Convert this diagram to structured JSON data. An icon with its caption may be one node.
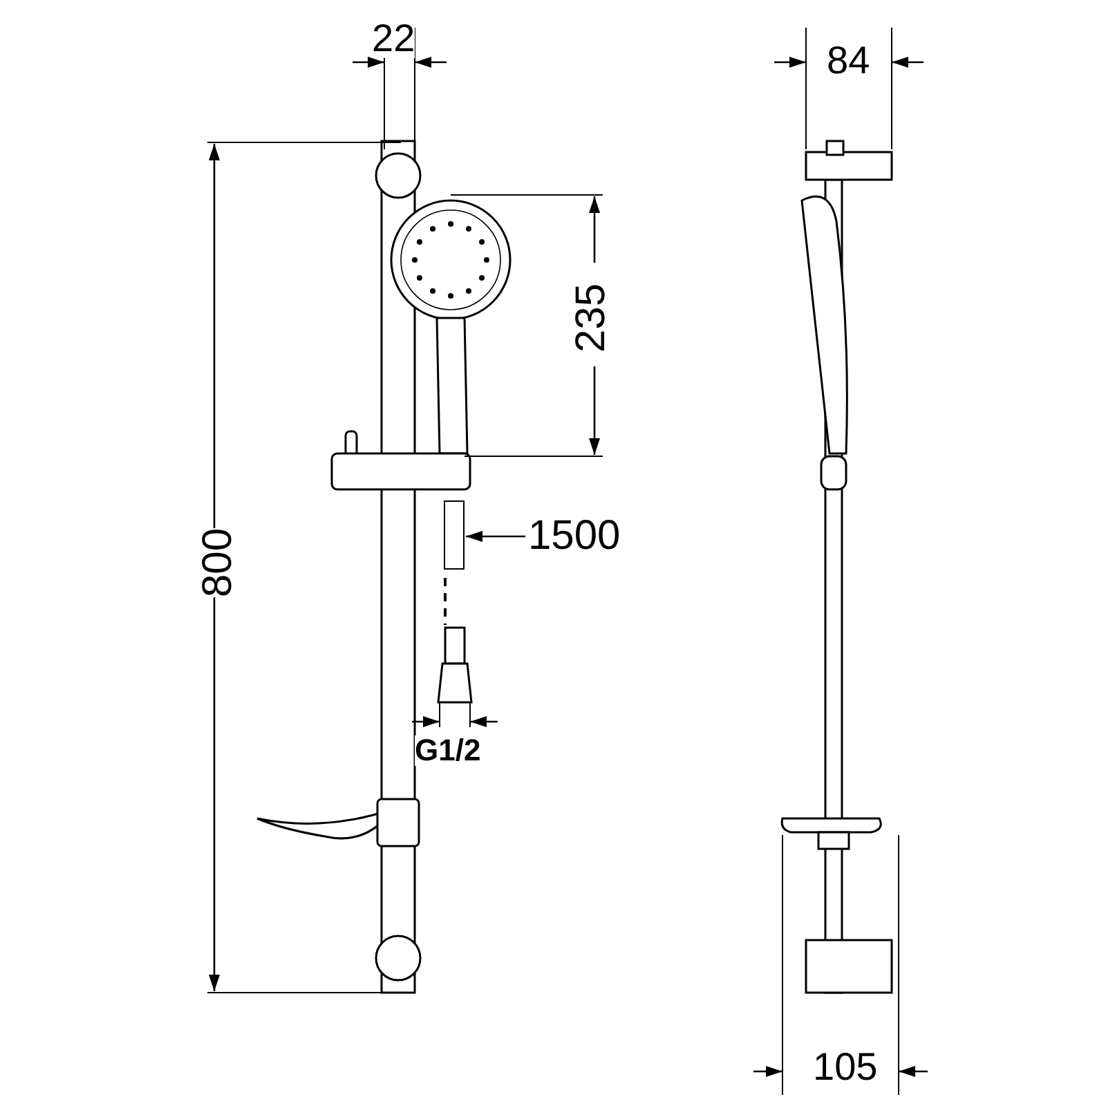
{
  "diagram": {
    "nodes": [
      {
        "text": [
          "1500"
        ]
      },
      {
        "text": [],
        "shape": "bar"
      }
    ],
    "edges": [
      {
        "from": 0,
        "to": 1,
        "arrow": "to"
      }
    ],
    "labels": [
      "22",
      "84",
      "800",
      "235",
      "G1/2",
      "105"
    ]
  }
}
